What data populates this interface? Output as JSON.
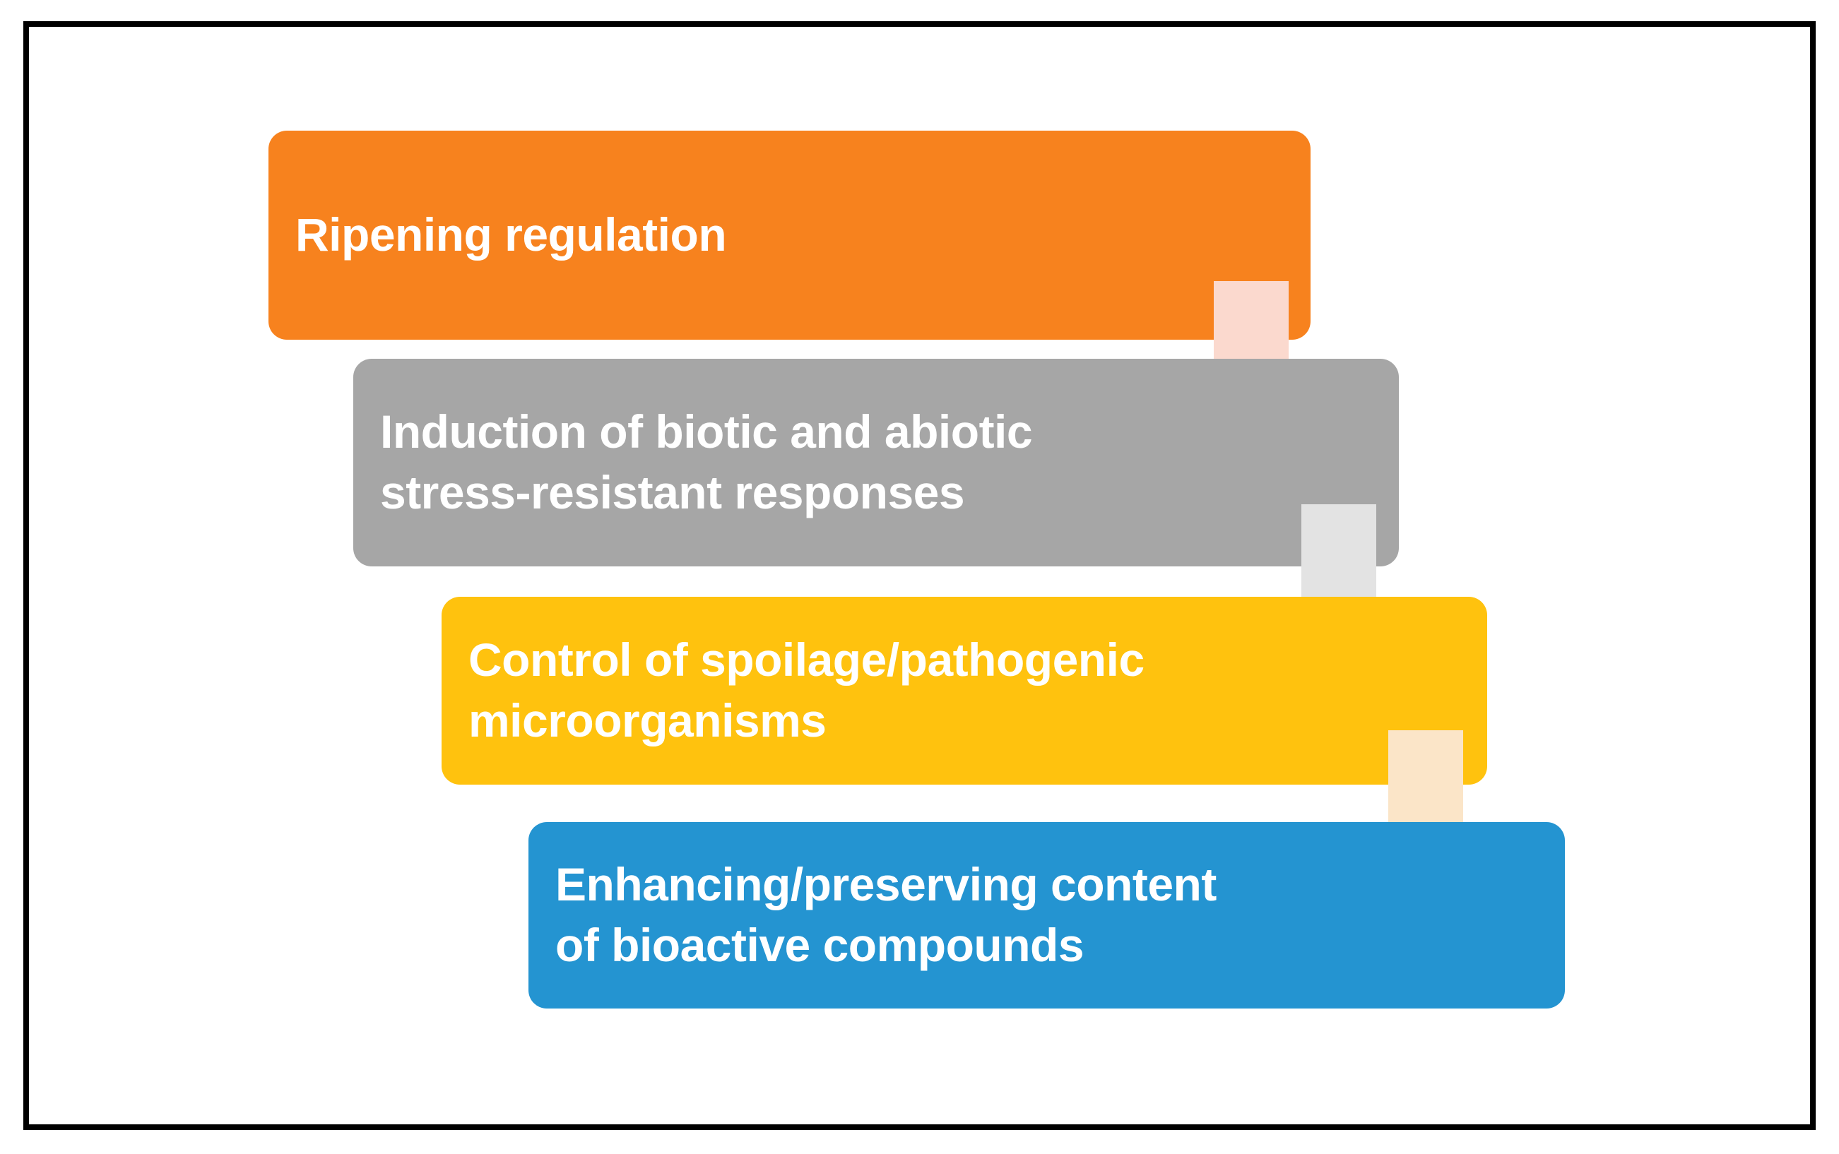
{
  "figure": {
    "type": "flow-diagram",
    "orientation": "vertical-cascade",
    "frame_border_color": "#000000",
    "background_color": "#FFFFFF",
    "text_color": "#FFFFFF"
  },
  "steps": [
    {
      "id": "ripening",
      "label": "Ripening regulation",
      "color": "#F7821E",
      "color_name": "orange"
    },
    {
      "id": "stress",
      "label": "Induction of biotic and abiotic\nstress-resistant responses",
      "color": "#A6A6A6",
      "color_name": "gray"
    },
    {
      "id": "microorganisms",
      "label": "Control of spoilage/pathogenic\nmicroorganisms",
      "color": "#FFC20E",
      "color_name": "yellow"
    },
    {
      "id": "bioactive",
      "label": "Enhancing/preserving content\nof bioactive compounds",
      "color": "#2494D1",
      "color_name": "blue"
    }
  ],
  "connectors": [
    {
      "id": "arrow-ripening-to-stress",
      "icon": "arrow-down-icon",
      "from": "ripening",
      "to": "stress",
      "color": "#FBD9CE"
    },
    {
      "id": "arrow-stress-to-microorganisms",
      "icon": "arrow-down-icon",
      "from": "stress",
      "to": "microorganisms",
      "color": "#E3E3E3"
    },
    {
      "id": "arrow-microorganisms-to-bioactive",
      "icon": "arrow-down-icon",
      "from": "microorganisms",
      "to": "bioactive",
      "color": "#FBE5C8"
    }
  ]
}
